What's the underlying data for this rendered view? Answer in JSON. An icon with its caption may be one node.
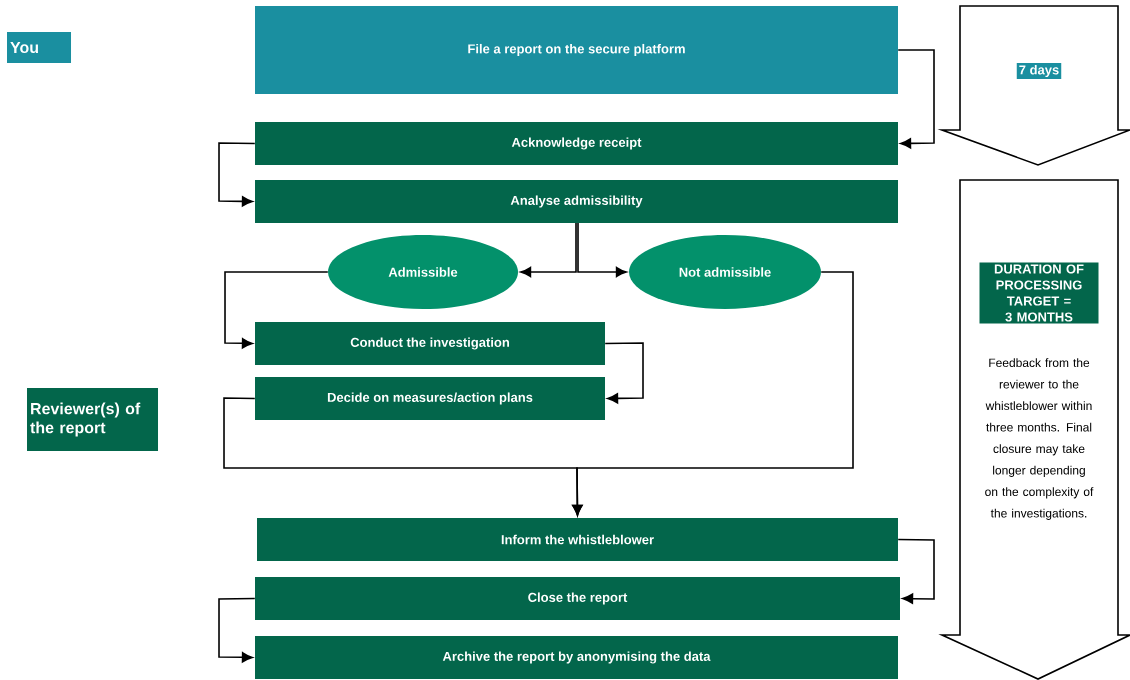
{
  "diagram": {
    "nodes": [
      {
        "text": [
          "You"
        ]
      },
      {
        "text": [
          "Reviewer(s) of the report"
        ]
      },
      {
        "text": [
          "File a report on the secure platform"
        ]
      },
      {
        "text": [
          "Acknowledge receipt"
        ]
      },
      {
        "text": [
          "Analyse admissibility"
        ]
      },
      {
        "text": [
          "Admissible"
        ]
      },
      {
        "text": [
          "Not admissible"
        ]
      },
      {
        "text": [
          "Conduct the investigation"
        ]
      },
      {
        "text": [
          "Decide on measures/action plans"
        ]
      },
      {
        "text": [
          "Inform the whistleblower"
        ]
      },
      {
        "text": [
          "Close the report"
        ]
      },
      {
        "text": [
          "Archive the report by anonymising the data"
        ]
      },
      {
        "text": [
          "7 days"
        ]
      },
      {
        "text": [
          "DURATION OF PROCESSING TARGET = 3 MONTHS",
          "Feedback from the reviewer to the whistleblower within three months. Final closure may take longer depending on the complexity of the investigations."
        ]
      }
    ],
    "edges": [
      {
        "from": 2,
        "to": 3,
        "arrow": "to"
      },
      {
        "from": 3,
        "to": 4,
        "arrow": "to"
      },
      {
        "from": 4,
        "to": 5,
        "arrow": "to"
      },
      {
        "from": 4,
        "to": 6,
        "arrow": "to"
      },
      {
        "from": 5,
        "to": 7,
        "arrow": "to"
      },
      {
        "from": 7,
        "to": 8,
        "arrow": "to"
      },
      {
        "from": 8,
        "to": 9,
        "arrow": "to"
      },
      {
        "from": 6,
        "to": 9,
        "arrow": "to"
      },
      {
        "from": 9,
        "to": 10,
        "arrow": "to"
      },
      {
        "from": 10,
        "to": 11,
        "arrow": "to"
      }
    ]
  }
}
